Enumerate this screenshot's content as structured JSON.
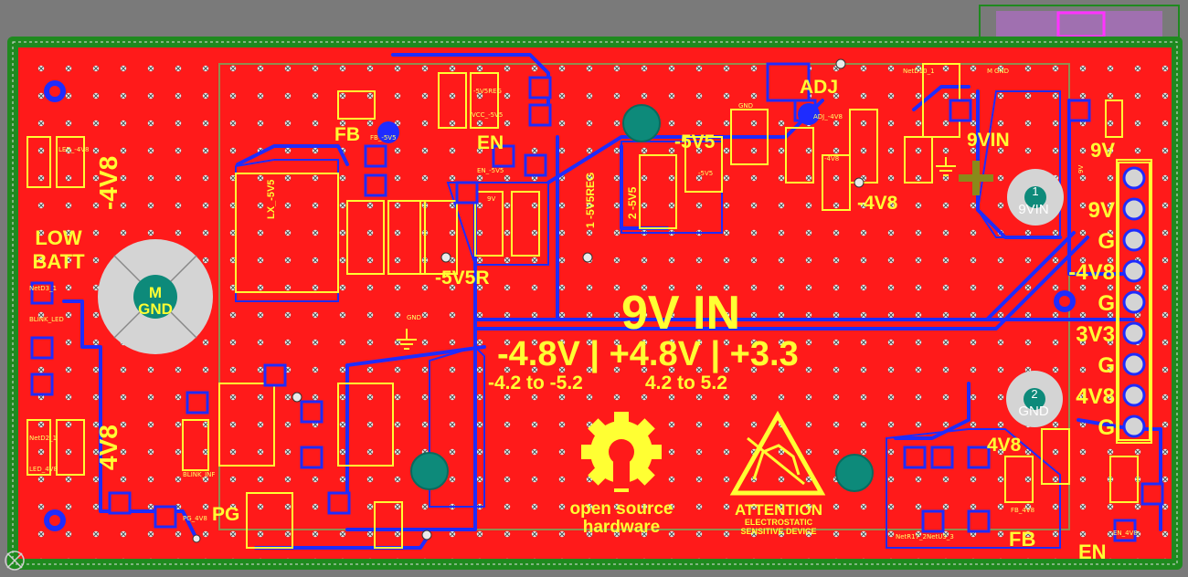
{
  "colors": {
    "background": "#7a7a7a",
    "board_edge": "#1f8a1f",
    "copper_top": "#ff1a1a",
    "trace": "#1e2cff",
    "silkscreen": "#ffff33",
    "pad": "#d8d8d8",
    "via_center": "#0d8a7a"
  },
  "labels": {
    "voltage_neg_4v8_left": "-4V8",
    "low_batt": "LOW\nBATT",
    "voltage_4v8_left": "4V8",
    "pg": "PG",
    "fb_top": "FB",
    "en_top": "EN",
    "neg_5v5r": "-5V5R",
    "neg_5v5": "-5V5",
    "adj": "ADJ",
    "neg_4v8_mid": "-4V8",
    "nine_vin_label": "9VIN",
    "nine_v_in_big": "9V IN",
    "rail_summary": "-4.8V | +4.8V | +3.3",
    "range_neg": "-4.2 to -5.2",
    "range_pos": "4.2 to 5.2",
    "oshw_line1": "open source",
    "oshw_line2": "hardware",
    "attention": "ATTENTION",
    "attention_sub1": "ELECTROSTATIC",
    "attention_sub2": "SENSITIVE DEVICE",
    "fb_bottom": "FB",
    "en_bottom": "EN",
    "four_v8_bottom": "4V8",
    "mount_m_gnd_1": "M",
    "mount_m_gnd_2": "GND",
    "mount_9vin_num": "1",
    "mount_9vin": "9VIN",
    "mount_gnd_num": "2",
    "mount_gnd": "GND",
    "mgnd_top": "M\nGND",
    "vreg_vertical": "1 -5V5REG",
    "vreg_vertical2": "2 -5V5",
    "lx_label": "LX_-5V5",
    "gnd_small": "GND",
    "nine_v_small": "9V"
  },
  "header_pins": [
    "9V",
    "9V",
    "G",
    "-4V8",
    "G",
    "3V3",
    "G",
    "4V8",
    "G"
  ],
  "component_refs": [
    "FB_-5V5",
    "EN_-5V5",
    "-5V5REG",
    "VCC_-5V5",
    "GND",
    "9V",
    "-5V5",
    "-4V8",
    "ADJ_-4V8",
    "NetD10_1",
    "LED_-4V8",
    "NetD3_1",
    "BLINK_LED",
    "NetD2_1",
    "LED_4V8",
    "PG_4V8",
    "BLINK_INF",
    "FB_4V8",
    "NetU3_3",
    "EN_4V8",
    "NetR17_2"
  ]
}
